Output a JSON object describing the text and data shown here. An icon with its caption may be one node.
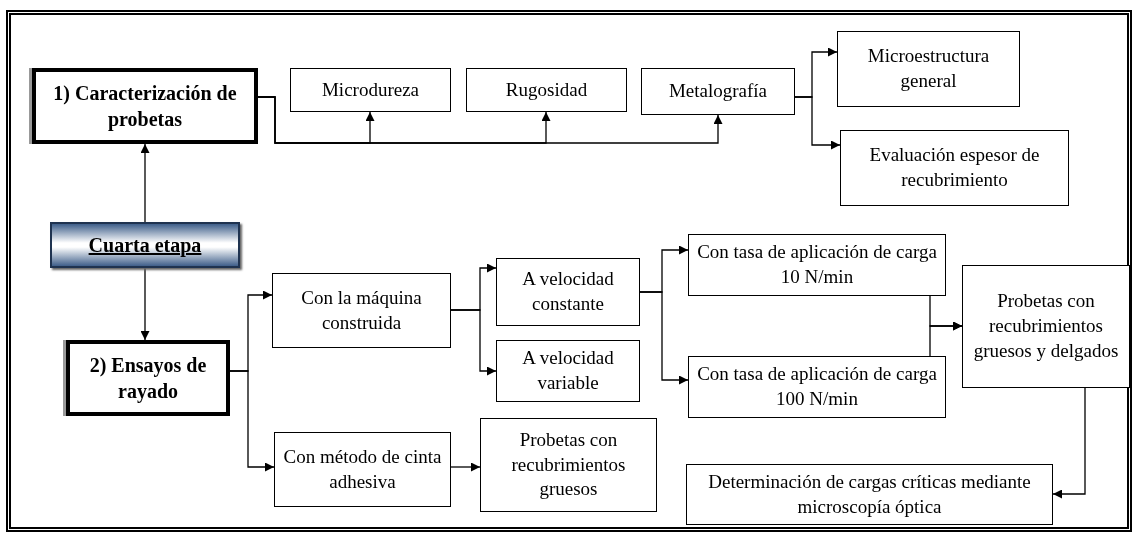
{
  "diagram": {
    "nodes": [
      {
        "text": [
          "Cuarta etapa"
        ]
      },
      {
        "text": [
          "1) Caracterización de probetas"
        ]
      },
      {
        "text": [
          "Microdureza"
        ]
      },
      {
        "text": [
          "Rugosidad"
        ]
      },
      {
        "text": [
          "Metalografía"
        ]
      },
      {
        "text": [
          "Microestructura general"
        ]
      },
      {
        "text": [
          "Evaluación espesor de recubrimiento"
        ]
      },
      {
        "text": [
          "2) Ensayos de rayado"
        ]
      },
      {
        "text": [
          "Con la máquina construida"
        ]
      },
      {
        "text": [
          "A velocidad constante"
        ]
      },
      {
        "text": [
          "A velocidad variable"
        ]
      },
      {
        "text": [
          "Con tasa de aplicación de carga 10 N/min"
        ]
      },
      {
        "text": [
          "Con tasa de aplicación de carga 100 N/min"
        ]
      },
      {
        "text": [
          "Probetas con recubrimientos gruesos y delgados"
        ]
      },
      {
        "text": [
          "Con método de cinta adhesiva"
        ]
      },
      {
        "text": [
          "Probetas con recubrimientos gruesos"
        ]
      },
      {
        "text": [
          "Determinación de cargas críticas mediante microscopía óptica"
        ]
      }
    ],
    "edges": [
      {
        "from": 0,
        "to": 1,
        "arrow": "to"
      },
      {
        "from": 0,
        "to": 7,
        "arrow": "to"
      },
      {
        "from": 1,
        "to": 2,
        "arrow": "to"
      },
      {
        "from": 1,
        "to": 3,
        "arrow": "to"
      },
      {
        "from": 1,
        "to": 4,
        "arrow": "to"
      },
      {
        "from": 4,
        "to": 5,
        "arrow": "to"
      },
      {
        "from": 4,
        "to": 6,
        "arrow": "to"
      },
      {
        "from": 7,
        "to": 8,
        "arrow": "to"
      },
      {
        "from": 7,
        "to": 14,
        "arrow": "to"
      },
      {
        "from": 8,
        "to": 9,
        "arrow": "to"
      },
      {
        "from": 8,
        "to": 10,
        "arrow": "to"
      },
      {
        "from": 9,
        "to": 11,
        "arrow": "to"
      },
      {
        "from": 9,
        "to": 12,
        "arrow": "to"
      },
      {
        "from": 11,
        "to": 13,
        "arrow": "to"
      },
      {
        "from": 12,
        "to": 13,
        "arrow": "to"
      },
      {
        "from": 13,
        "to": 16,
        "arrow": "to"
      },
      {
        "from": 14,
        "to": 15,
        "arrow": "to"
      }
    ]
  }
}
